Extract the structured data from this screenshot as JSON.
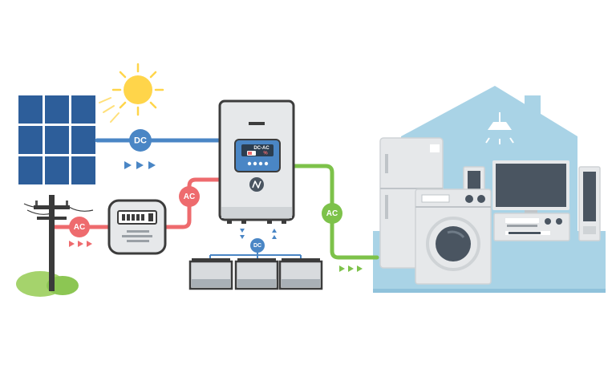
{
  "labels": {
    "solar_dc": "DC",
    "grid_ac": "AC",
    "meter_ac": "AC",
    "house_ac": "AC",
    "battery_dc": "DC",
    "inverter_screen": "DC-AC",
    "inverter_percent": "%"
  },
  "colors": {
    "dc_line": "#4a86c5",
    "ac_grid_line": "#ee6b6e",
    "ac_house_line": "#7dc24a",
    "panel": "#2d5e9a",
    "house": "#a9d3e6",
    "inverter_body": "#e6e8ea",
    "sun": "#ffd54a"
  }
}
